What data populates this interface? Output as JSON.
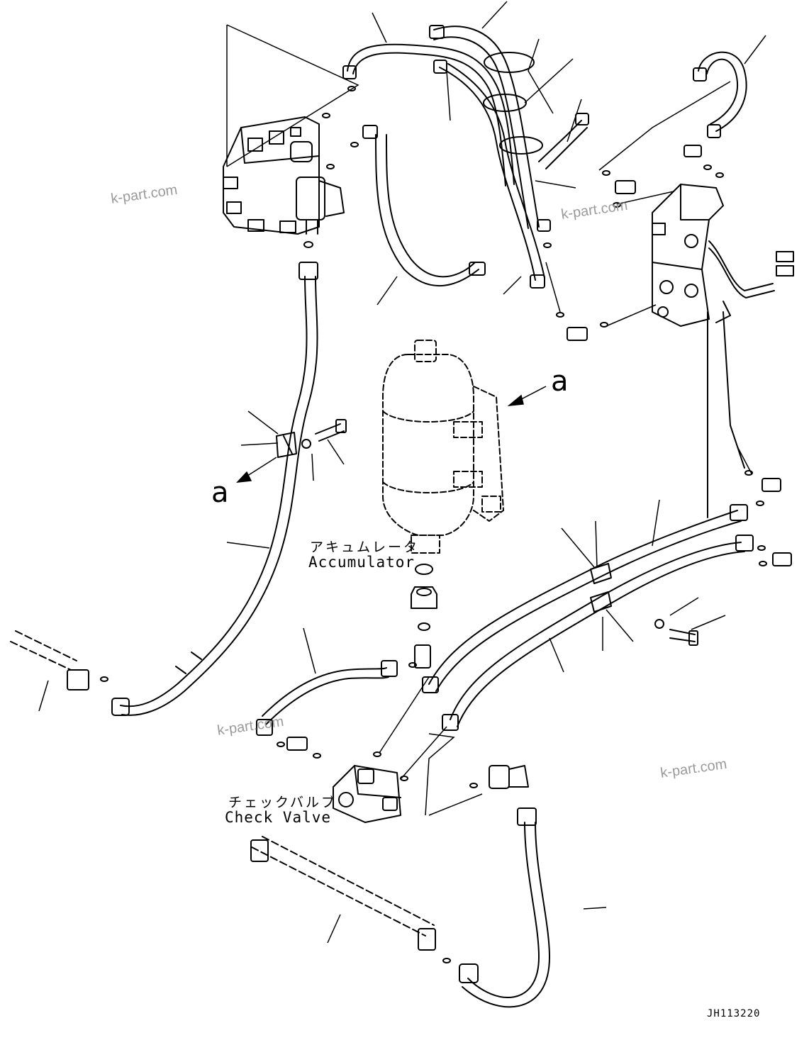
{
  "labels": {
    "accumulator_jp": "アキュムレータ",
    "accumulator_en": "Accumulator",
    "check_valve_jp": "チェックバルブ",
    "check_valve_en": "Check Valve",
    "callout_a_top": "a",
    "callout_a_left": "a"
  },
  "watermark": "k-part.com",
  "drawing_ref": "JH113220",
  "colors": {
    "line": "#000000",
    "watermark": "#9a9a9a",
    "background": "#ffffff"
  }
}
